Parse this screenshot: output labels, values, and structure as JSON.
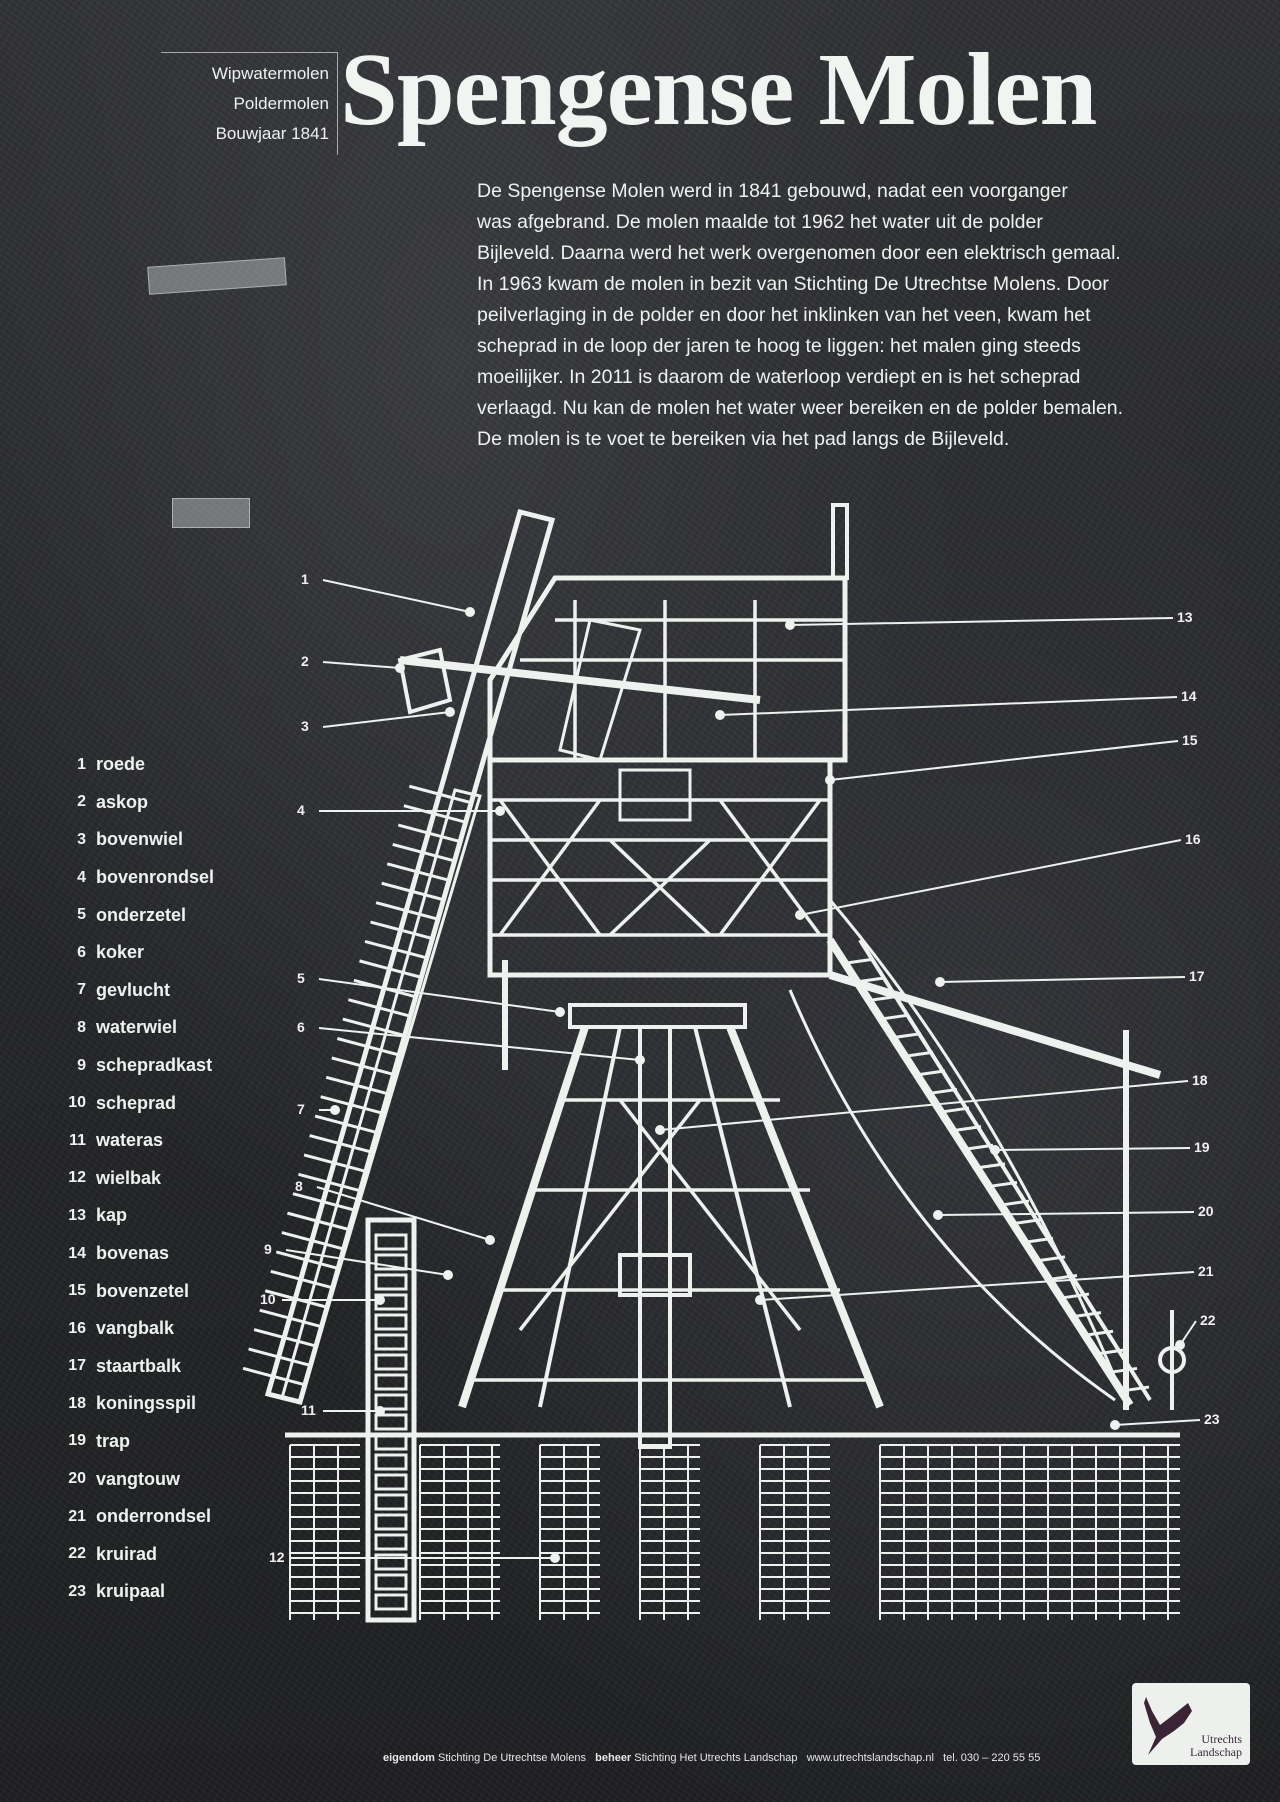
{
  "header": {
    "subtitle_lines": [
      "Wipwatermolen",
      "Poldermolen",
      "Bouwjaar 1841"
    ],
    "title": "Spengense Molen"
  },
  "intro_lines": [
    "De Spengense Molen werd in 1841 gebouwd, nadat een voorganger",
    "was afgebrand. De molen maalde tot 1962 het water uit de polder",
    "Bijleveld. Daarna werd het werk overgenomen door een elektrisch gemaal.",
    "In 1963 kwam de molen in bezit van Stichting De Utrechtse Molens. Door",
    "peilverlaging in de polder en door het inklinken van het veen, kwam het",
    "scheprad in de loop der jaren te hoog te liggen: het malen ging steeds",
    "moeilijker. In 2011 is daarom de waterloop verdiept en is het scheprad",
    "verlaagd. Nu kan de molen het water weer bereiken en de polder bemalen.",
    "De molen is te voet te bereiken via het pad langs de Bijleveld."
  ],
  "legend": [
    {
      "n": "1",
      "label": "roede"
    },
    {
      "n": "2",
      "label": "askop"
    },
    {
      "n": "3",
      "label": "bovenwiel"
    },
    {
      "n": "4",
      "label": "bovenrondsel"
    },
    {
      "n": "5",
      "label": "onderzetel"
    },
    {
      "n": "6",
      "label": "koker"
    },
    {
      "n": "7",
      "label": "gevlucht"
    },
    {
      "n": "8",
      "label": "waterwiel"
    },
    {
      "n": "9",
      "label": "schepradkast"
    },
    {
      "n": "10",
      "label": "scheprad"
    },
    {
      "n": "11",
      "label": "wateras"
    },
    {
      "n": "12",
      "label": "wielbak"
    },
    {
      "n": "13",
      "label": "kap"
    },
    {
      "n": "14",
      "label": "bovenas"
    },
    {
      "n": "15",
      "label": "bovenzetel"
    },
    {
      "n": "16",
      "label": "vangbalk"
    },
    {
      "n": "17",
      "label": "staartbalk"
    },
    {
      "n": "18",
      "label": "koningsspil"
    },
    {
      "n": "19",
      "label": "trap"
    },
    {
      "n": "20",
      "label": "vangtouw"
    },
    {
      "n": "21",
      "label": "onderrondsel"
    },
    {
      "n": "22",
      "label": "kruirad"
    },
    {
      "n": "23",
      "label": "kruipaal"
    }
  ],
  "footer": {
    "owner_label": "eigendom",
    "owner": "Stichting De Utrechtse Molens",
    "manager_label": "beheer",
    "manager": "Stichting Het Utrechts Landschap",
    "website": "www.utrechtslandschap.nl",
    "phone": "tel. 030 – 220 55 55"
  },
  "logo": {
    "line1": "Utrechts",
    "line2": "Landschap",
    "icon": "leaping-deer-icon"
  },
  "colors": {
    "background": "#262729",
    "ink": "#eef1ee"
  }
}
